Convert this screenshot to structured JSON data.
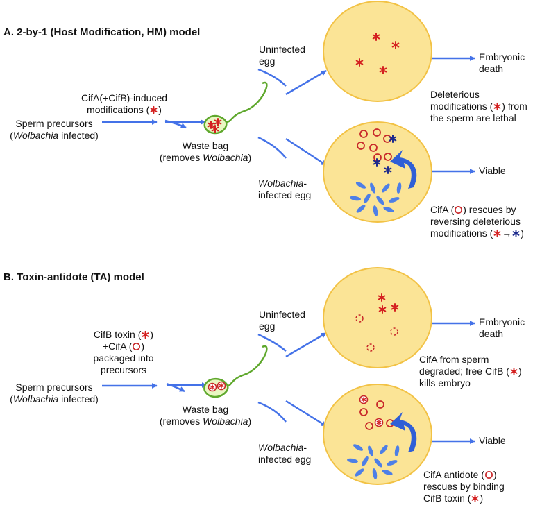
{
  "panel_a": {
    "title": "A.  2-by-1 (Host Modification, HM) model",
    "modification_line1": "CifA(+CifB)-induced",
    "modification_line2_pre": "modifications (",
    "modification_line2_post": ")",
    "sperm_line1": "Sperm precursors",
    "sperm_line2_pre": "(",
    "sperm_line2_italic": "Wolbachia",
    "sperm_line2_post": " infected)",
    "waste_line1": "Waste bag",
    "waste_line2_pre": "(removes ",
    "waste_line2_italic": "Wolbachia",
    "waste_line2_post": ")",
    "uninfected_line1": "Uninfected",
    "uninfected_line2": "egg",
    "infected_line1_italic": "Wolbachia",
    "infected_line1_post": "-",
    "infected_line2": "infected egg",
    "outcome_death_line1": "Embryonic",
    "outcome_death_line2": "death",
    "outcome_viable": "Viable",
    "death_note_line1": "Deleterious",
    "death_note_line2_pre": "modifications (",
    "death_note_line2_post": ") from",
    "death_note_line3": "the sperm are lethal",
    "rescue_note_line1_pre": "CifA (",
    "rescue_note_line1_post": ") rescues by",
    "rescue_note_line2": "reversing deleterious",
    "rescue_note_line3_pre": "modifications (",
    "rescue_note_line3_arrow": "→",
    "rescue_note_line3_post": ")"
  },
  "panel_b": {
    "title": "B.  Toxin-antidote (TA) model",
    "toxin_line1_pre": "CifB toxin (",
    "toxin_line1_post": ")",
    "toxin_line2_pre": "+CifA (",
    "toxin_line2_post": ")",
    "toxin_line3": "packaged into",
    "toxin_line4": "precursors",
    "sperm_line1": "Sperm precursors",
    "sperm_line2_pre": "(",
    "sperm_line2_italic": "Wolbachia",
    "sperm_line2_post": " infected)",
    "waste_line1": "Waste bag",
    "waste_line2_pre": "(removes ",
    "waste_line2_italic": "Wolbachia",
    "waste_line2_post": ")",
    "uninfected_line1": "Uninfected",
    "uninfected_line2": "egg",
    "infected_line1_italic": "Wolbachia",
    "infected_line1_post": "-",
    "infected_line2": "infected egg",
    "outcome_death_line1": "Embryonic",
    "outcome_death_line2": "death",
    "outcome_viable": "Viable",
    "death_note_line1": "CifA from sperm",
    "death_note_line2_pre": "degraded; free CifB (",
    "death_note_line2_post": ")",
    "death_note_line3": "kills embryo",
    "rescue_note_line1_pre": "CifA antidote (",
    "rescue_note_line1_post": ")",
    "rescue_note_line2": "rescues by binding",
    "rescue_note_line3_pre": "CifB toxin (",
    "rescue_note_line3_post": ")"
  },
  "colors": {
    "arrow": "#4472e8",
    "egg_fill": "#fbe496",
    "egg_stroke": "#f2c245",
    "sperm_stroke": "#5fa82d",
    "sperm_fill": "#e9f7c2",
    "star_red": "#d42020",
    "star_navy": "#1c2a8c",
    "bacteria": "#4e7fe6"
  }
}
